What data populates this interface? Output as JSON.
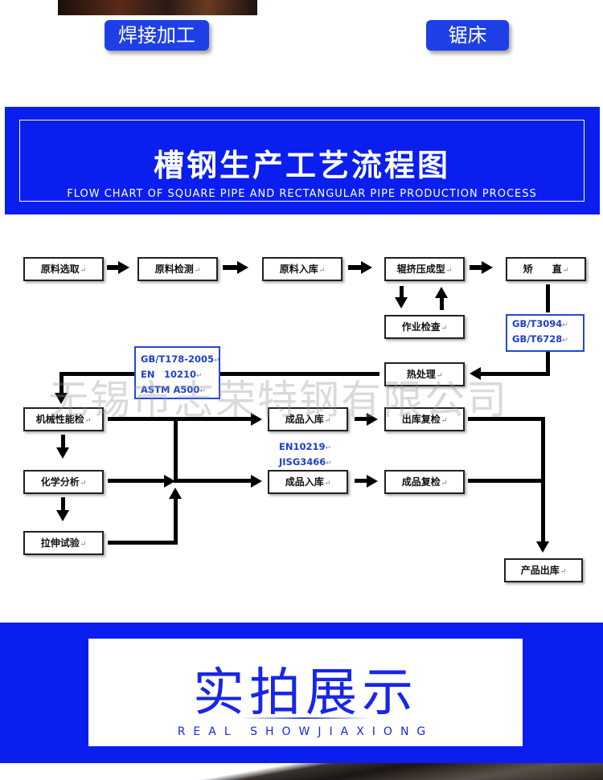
{
  "top_buttons": {
    "welding": "焊接加工",
    "saw": "锯床"
  },
  "banner": {
    "title": "槽钢生产工艺流程图",
    "subtitle": "FLOW CHART OF SQUARE PIPE AND RECTANGULAR PIPE PRODUCTION PROCESS"
  },
  "flow": {
    "raw_select": "原料选取",
    "raw_inspect": "原料检测",
    "raw_store": "原料入库",
    "roll_form": "辊挤压成型",
    "straighten": "矫　　直",
    "work_check": "作业检查",
    "heat_treat": "热处理",
    "mech_test": "机械性能检",
    "chem_analysis": "化学分析",
    "tensile_test": "拉伸试验",
    "product_store_1": "成品入库",
    "product_store_2": "成品入库",
    "out_recheck": "出库复检",
    "product_recheck": "成品复检",
    "product_out": "产品出库"
  },
  "standards": {
    "gb_right": [
      "GB/T3094",
      "GB/T6728"
    ],
    "gb_left": [
      "GB/T178-2005",
      "EN　10210",
      "ASTM A500"
    ],
    "en_mid": [
      "EN10219",
      "JISG3466"
    ]
  },
  "watermark": "无锡市志荣特钢有限公司",
  "showcase": {
    "title": "实拍展示",
    "subtitle": "REAL SHOWJIAXIONG"
  },
  "colors": {
    "banner_blue": "#0a1ef0",
    "button_blue": "#1f3fe6",
    "standard_text": "#1b3fd0"
  }
}
